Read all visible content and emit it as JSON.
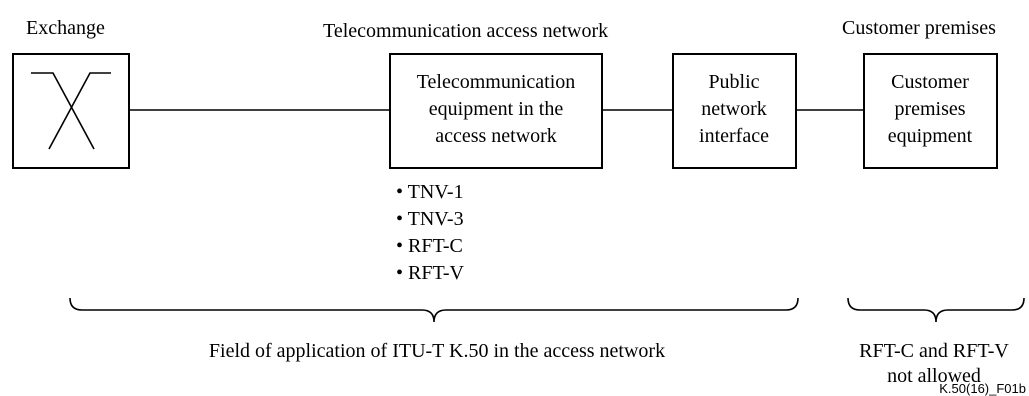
{
  "headers": {
    "exchange": "Exchange",
    "access_network": "Telecommunication access network",
    "customer_premises": "Customer premises"
  },
  "boxes": {
    "equipment": [
      "Telecommunication",
      "equipment in the",
      "access network"
    ],
    "interface": [
      "Public",
      "network",
      "interface"
    ],
    "cpe": [
      "Customer",
      "premises",
      "equipment"
    ]
  },
  "bullets": [
    "• TNV-1",
    "• TNV-3",
    "• RFT-C",
    "• RFT-V"
  ],
  "braces": {
    "left_label": "Field of application of ITU-T K.50 in the access network",
    "right_label": [
      "RFT-C and RFT-V",
      "not allowed"
    ]
  },
  "figure_id": "K.50(16)_F01b"
}
